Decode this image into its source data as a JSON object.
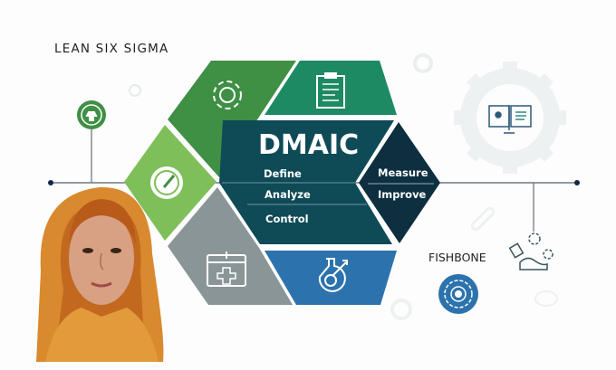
{
  "title": "LEAN SIX SIGMA",
  "center": {
    "heading": "DMAIC",
    "steps_left": [
      "Define",
      "Analyze",
      "Control"
    ],
    "steps_right": [
      "Measure",
      "Improve"
    ]
  },
  "fishbone_label": "FISHBONE",
  "colors": {
    "dark_green": "#3f8f45",
    "teal_green": "#1e8a64",
    "light_green": "#7ebf5a",
    "dark_teal": "#0f4a57",
    "navy": "#0d2f40",
    "gray": "#8a9598",
    "blue": "#2c73ad",
    "line": "#555f66"
  }
}
